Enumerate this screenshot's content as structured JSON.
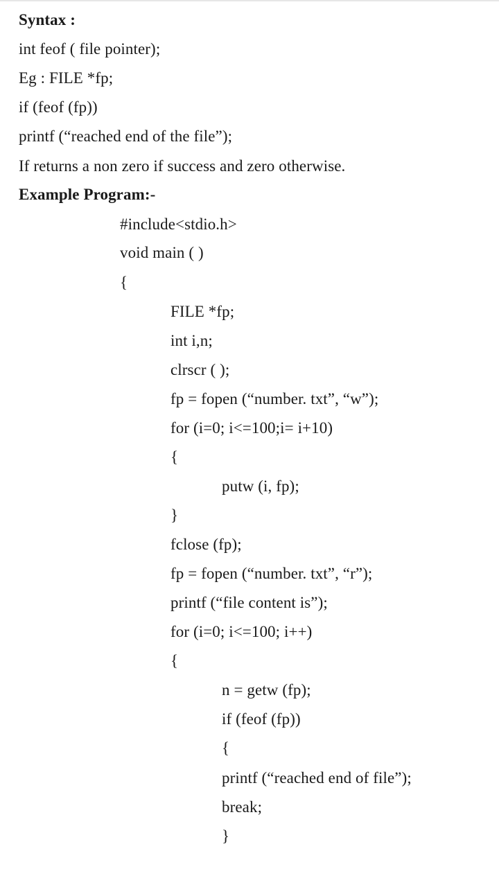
{
  "syntax": {
    "heading": "Syntax :",
    "signature": "int feof ( file pointer);",
    "example_decl": "Eg : FILE *fp;",
    "example_if": "if (feof (fp))",
    "example_printf": "printf (“reached end of the file”);",
    "description": "If returns a non zero if success and zero otherwise."
  },
  "example_program": {
    "heading": "Example Program:-",
    "code_lines": [
      "#include<stdio.h>",
      "void main ( )",
      "{",
      "FILE *fp;",
      "int i,n;",
      "clrscr ( );",
      "fp = fopen (“number. txt”, “w”);",
      "for (i=0; i<=100;i= i+10)",
      "{",
      "putw (i, fp);",
      "}",
      "fclose (fp);",
      "fp = fopen (“number. txt”, “r”);",
      "printf (“file content is”);",
      "for (i=0; i<=100; i++)",
      "{",
      "n = getw (fp);",
      "if (feof (fp))",
      "{",
      "printf (“reached end of file”);",
      "break;",
      "}"
    ]
  }
}
